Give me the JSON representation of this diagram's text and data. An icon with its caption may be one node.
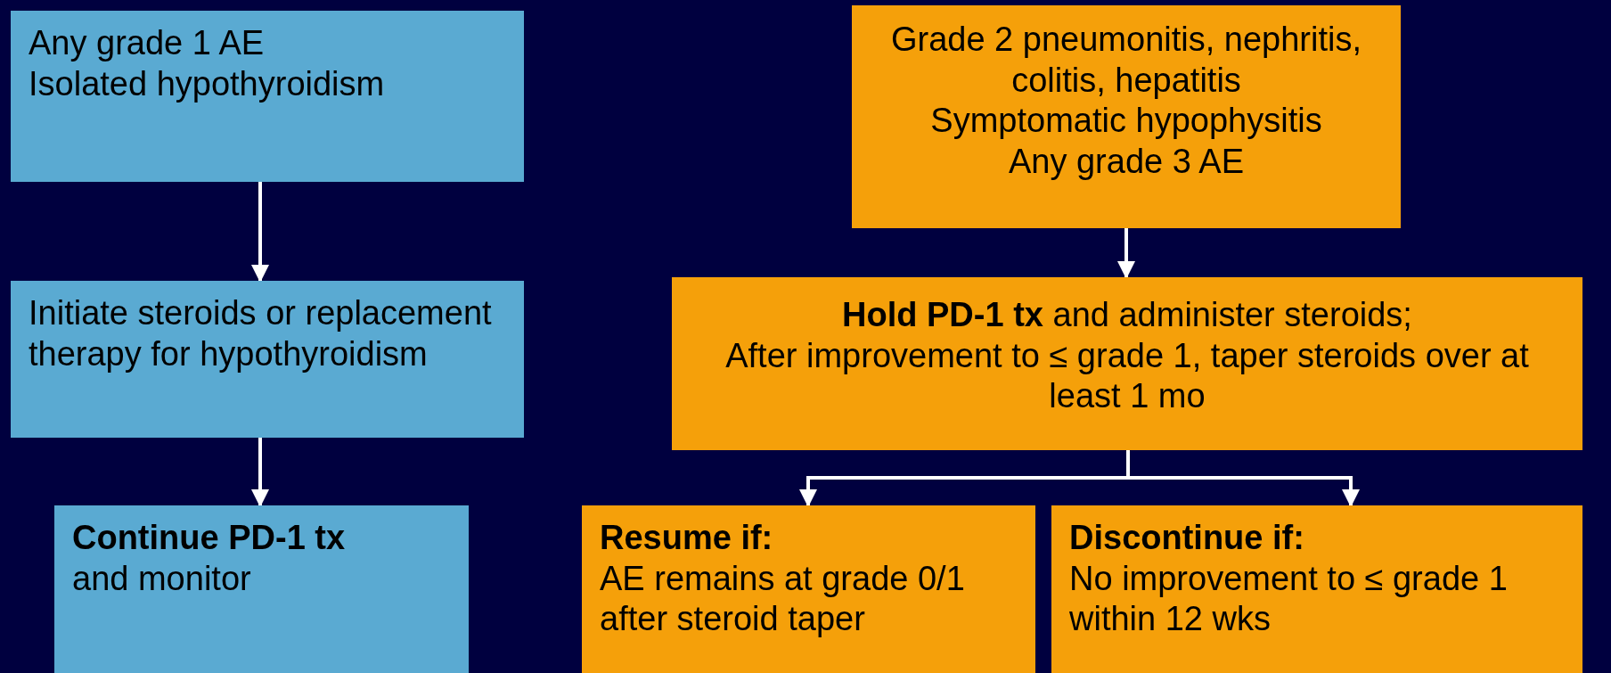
{
  "diagram": {
    "nodes": [
      {
        "text": [
          "Any grade 1 AE",
          "Isolated hypothyroidism"
        ]
      },
      {
        "text": [
          "Initiate steroids or replacement therapy for hypothyroidism"
        ]
      },
      {
        "text": [
          "Continue PD-1 tx",
          "and monitor"
        ]
      },
      {
        "text": [
          "Grade 2 pneumonitis, nephritis, colitis, hepatitis",
          "Symptomatic hypophysitis",
          "Any grade 3 AE"
        ]
      },
      {
        "text": [
          "**Hold PD-1 tx** and administer steroids;",
          "After improvement to ≤ grade 1, taper steroids over at least 1 mo"
        ]
      },
      {
        "text": [
          "Resume if:",
          "AE remains at grade 0/1 after steroid taper"
        ]
      },
      {
        "text": [
          "Discontinue if:",
          "No improvement to ≤ grade 1 within 12 wks"
        ]
      }
    ],
    "edges": [
      {
        "from": 0,
        "to": 1,
        "arrow": "to"
      },
      {
        "from": 1,
        "to": 2,
        "arrow": "to"
      },
      {
        "from": 3,
        "to": 4,
        "arrow": "to"
      },
      {
        "from": 4,
        "to": 5,
        "arrow": "to"
      },
      {
        "from": 4,
        "to": 6,
        "arrow": "to"
      }
    ]
  }
}
